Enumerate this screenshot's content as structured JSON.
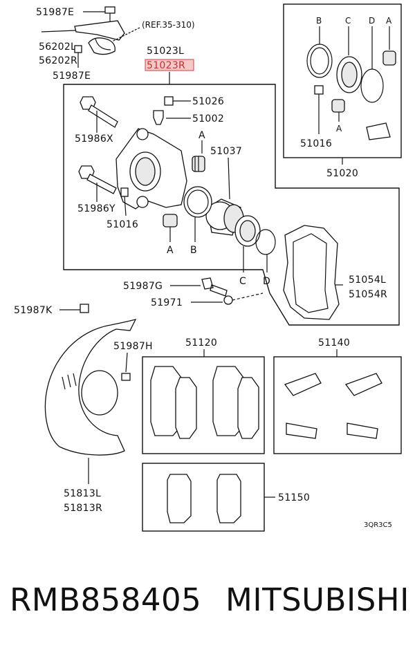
{
  "labels": {
    "l_51987E_top": "51987E",
    "l_ref": "(REF.35-310)",
    "l_56202L": "56202L",
    "l_56202R": "56202R",
    "l_51987E_b": "51987E",
    "l_51023L": "51023L",
    "l_51023R": "51023R",
    "l_51026": "51026",
    "l_51002": "51002",
    "l_51986X": "51986X",
    "l_A1": "A",
    "l_51037": "51037",
    "l_51986Y": "51986Y",
    "l_51016a": "51016",
    "l_A2": "A",
    "l_B1": "B",
    "l_C1": "C",
    "l_D1": "D",
    "l_51987G": "51987G",
    "l_51971": "51971",
    "l_51054L": "51054L",
    "l_51054R": "51054R",
    "l_51987K": "51987K",
    "l_51987H": "51987H",
    "l_51120": "51120",
    "l_51140": "51140",
    "l_51813L": "51813L",
    "l_51813R": "51813R",
    "l_51150": "51150",
    "l_3QR3C5": "3QR3C5",
    "l_kB": "B",
    "l_kC": "C",
    "l_kD": "D",
    "l_kA": "A",
    "l_kA2": "A",
    "l_51016b": "51016",
    "l_51020": "51020"
  },
  "footer": {
    "part_number": "RMB858405",
    "brand": "MITSUBISHI"
  }
}
